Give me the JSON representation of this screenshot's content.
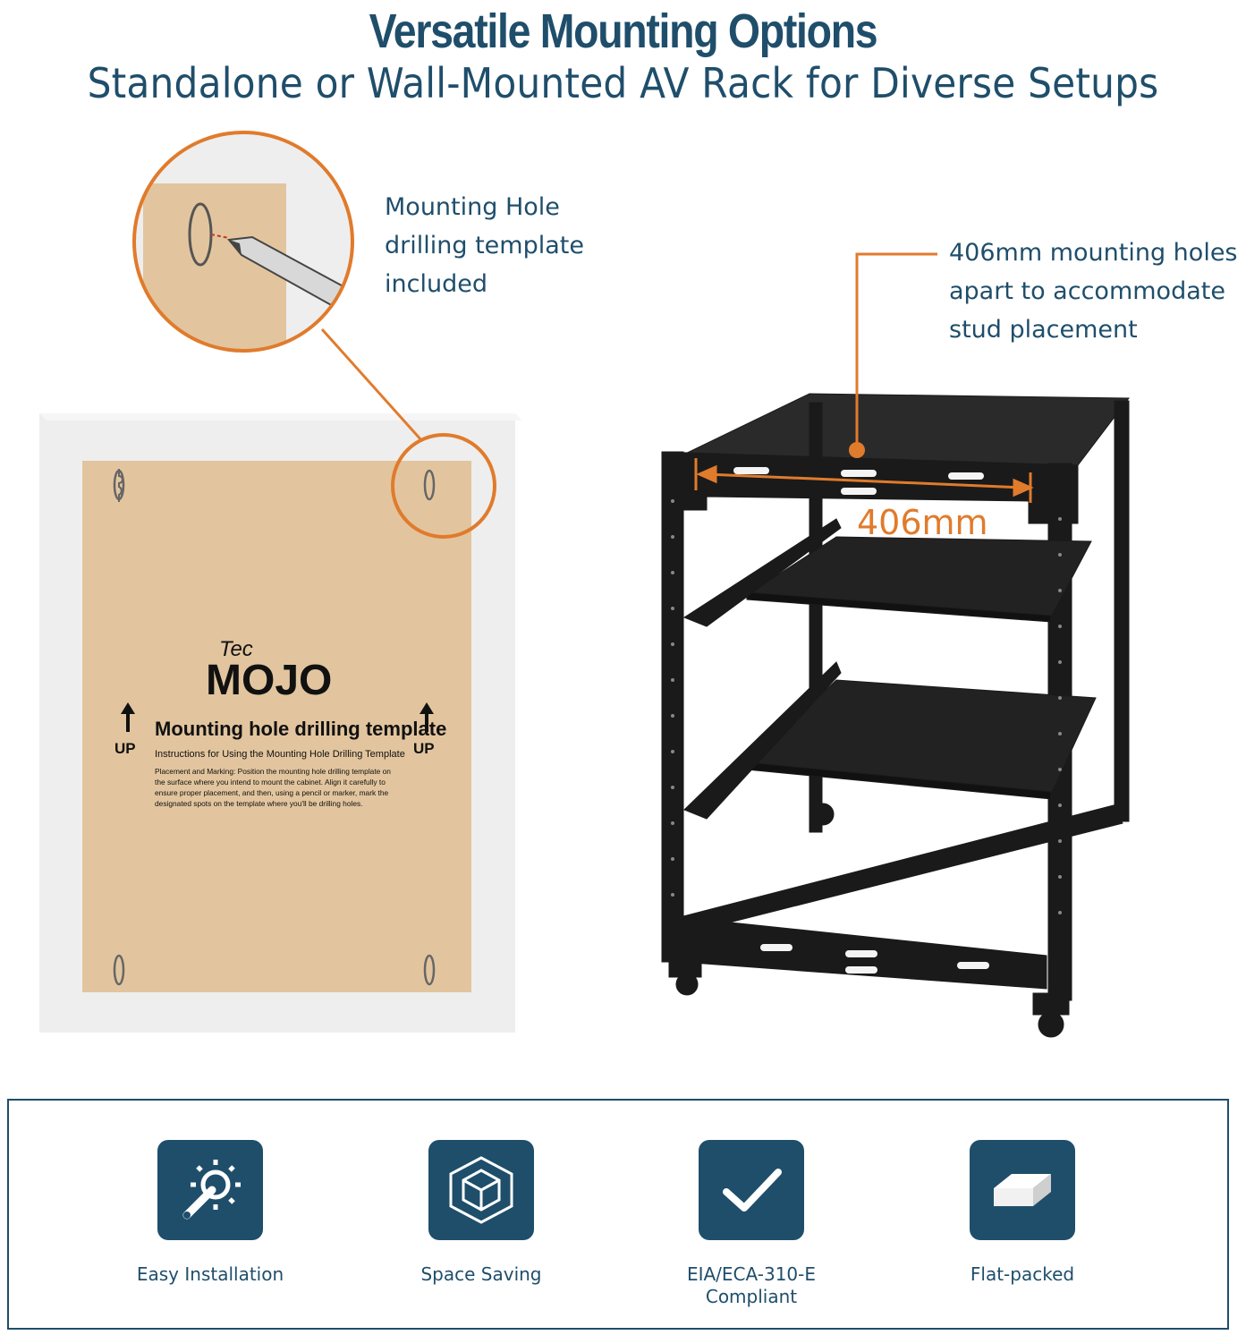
{
  "header": {
    "title": "Versatile Mounting Options",
    "subtitle": "Standalone or Wall-Mounted AV Rack for Diverse Setups"
  },
  "callouts": {
    "template": "Mounting Hole\ndrilling template\nincluded",
    "holes": "406mm mounting holes\napart to accommodate\nstud placement",
    "dimension": "406mm"
  },
  "template_sheet": {
    "logo_top": "Tec",
    "logo_main": "MOJO",
    "up_left": "UP",
    "up_right": "UP",
    "heading": "Mounting hole drilling template",
    "instructions_title": "Instructions for Using the Mounting Hole Drilling Template",
    "instructions_lines": [
      "Placement and Marking: Position the mounting hole drilling template on",
      "the surface where you intend to mount the cabinet. Align it carefully to",
      "ensure proper placement, and then, using a pencil or marker, mark the",
      "designated spots on the template where you'll be drilling holes."
    ]
  },
  "features": [
    {
      "label": "Easy Installation",
      "icon": "gear-wrench-icon"
    },
    {
      "label": "Space Saving",
      "icon": "cube-icon"
    },
    {
      "label": "EIA/ECA-310-E\nCompliant",
      "icon": "checkmark-icon"
    },
    {
      "label": "Flat-packed",
      "icon": "flat-box-icon"
    }
  ],
  "colors": {
    "navy": "#1f4e6b",
    "orange": "#e07b2c",
    "kraft": "#e2c59e",
    "wall": "#eeeeee",
    "rack": "#1a1a1a"
  }
}
